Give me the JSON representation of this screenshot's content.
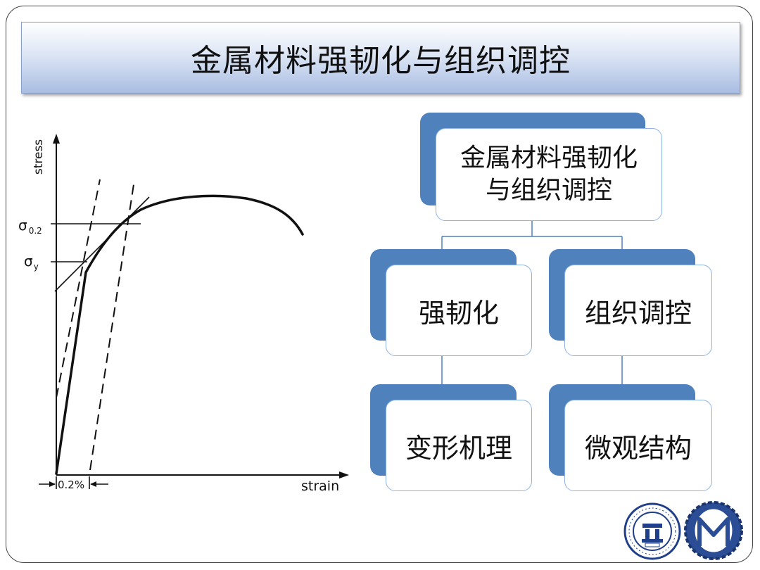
{
  "slide": {
    "title": "金属材料强韧化与组织调控"
  },
  "chart_data": {
    "type": "line",
    "xlabel": "strain",
    "ylabel": "stress",
    "annotations": {
      "offset_label": "0.2%",
      "sigma_02_label": "σ",
      "sigma_02_sub": "0.2",
      "sigma_y_label": "σ",
      "sigma_y_sub": "y"
    },
    "grid": false
  },
  "org_chart": {
    "root": "金属材料强韧化与组织调控",
    "root_line1": "金属材料强韧化",
    "root_line2": "与组织调控",
    "level1": [
      {
        "label": "强韧化",
        "child": "变形机理"
      },
      {
        "label": "组织调控",
        "child": "微观结构"
      }
    ]
  },
  "colors": {
    "node_back": "#4f81bd",
    "node_border": "#8eb4e3",
    "connector": "#4f81bd"
  },
  "logos": {
    "left": "university-seal-icon",
    "right": "school-emblem-icon"
  }
}
